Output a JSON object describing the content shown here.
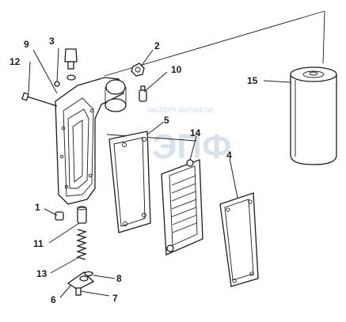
{
  "watermark": {
    "logo_text": "ЭПФ",
    "caption": "ЭКСПЕРТ ЗАПЧАСТИ"
  },
  "callouts": [
    {
      "id": "c1",
      "label": "1"
    },
    {
      "id": "c2",
      "label": "2"
    },
    {
      "id": "c3",
      "label": "3"
    },
    {
      "id": "c4",
      "label": "4"
    },
    {
      "id": "c5",
      "label": "5"
    },
    {
      "id": "c6",
      "label": "6"
    },
    {
      "id": "c7",
      "label": "7"
    },
    {
      "id": "c8",
      "label": "8"
    },
    {
      "id": "c9",
      "label": "9"
    },
    {
      "id": "c10",
      "label": "10"
    },
    {
      "id": "c11",
      "label": "11"
    },
    {
      "id": "c12",
      "label": "12"
    },
    {
      "id": "c13",
      "label": "13"
    },
    {
      "id": "c14",
      "label": "14"
    },
    {
      "id": "c15",
      "label": "15"
    }
  ]
}
